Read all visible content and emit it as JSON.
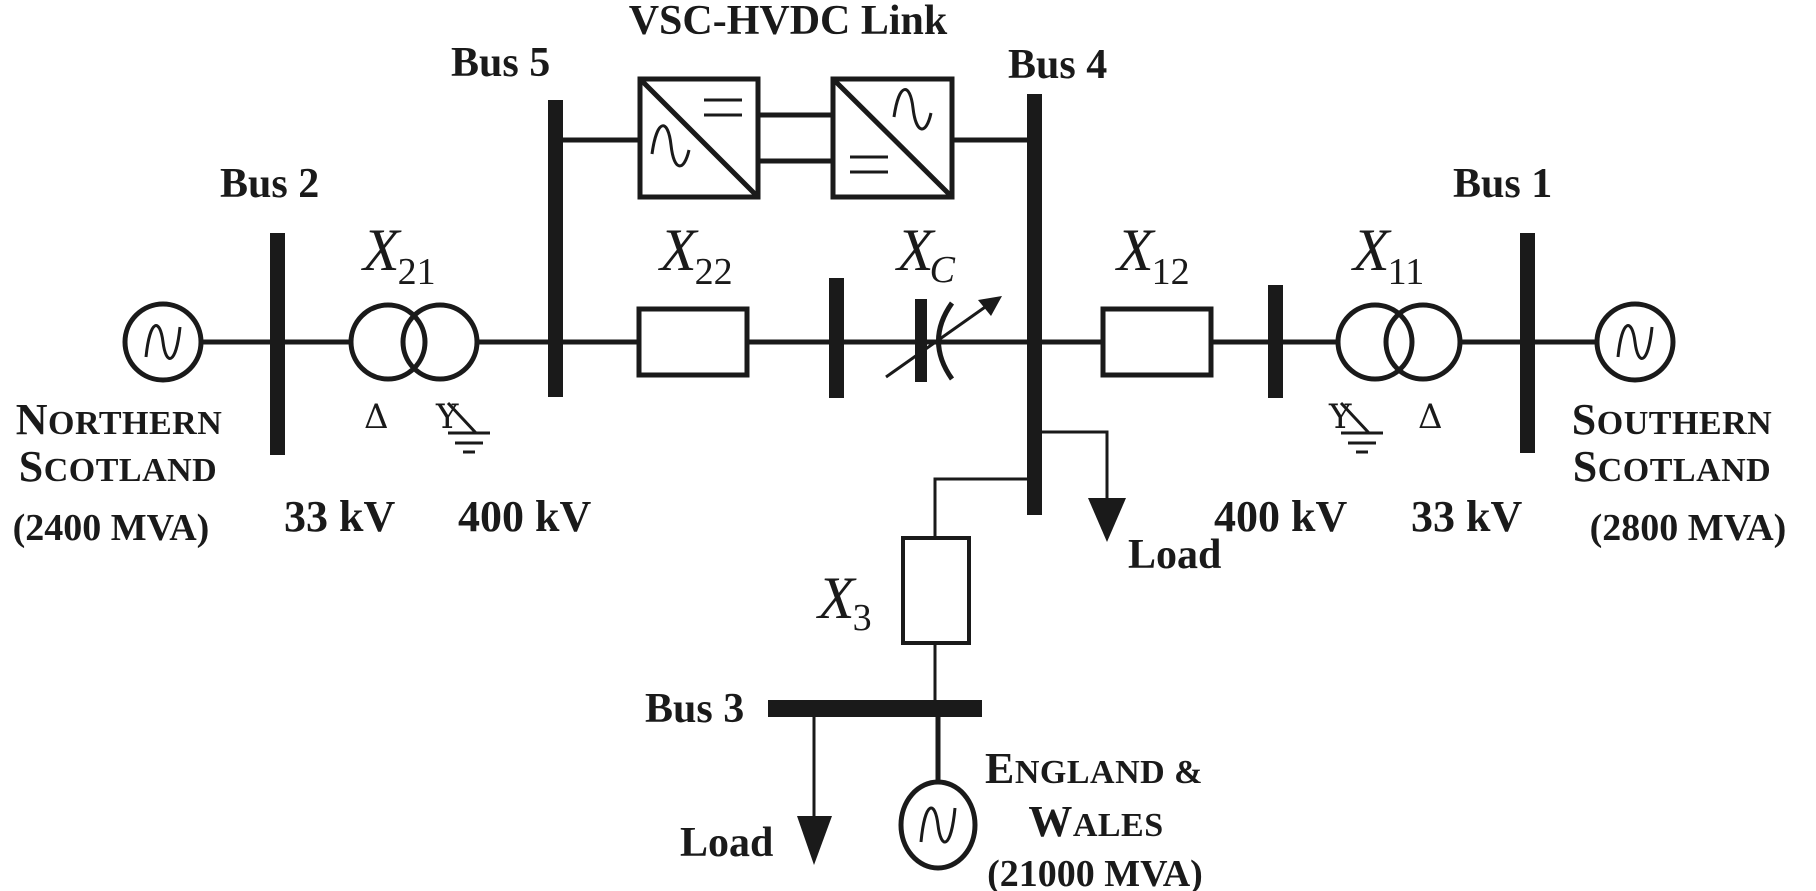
{
  "title": "VSC-HVDC Link",
  "colors": {
    "ink": "#1a1a1a",
    "background": "#ffffff"
  },
  "buses": {
    "bus1": "Bus 1",
    "bus2": "Bus 2",
    "bus3": "Bus 3",
    "bus4": "Bus 4",
    "bus5": "Bus 5"
  },
  "reactances": {
    "x21": {
      "main": "X",
      "sub": "21"
    },
    "x22": {
      "main": "X",
      "sub": "22"
    },
    "xc": {
      "main": "X",
      "sub": "C"
    },
    "x12": {
      "main": "X",
      "sub": "12"
    },
    "x11": {
      "main": "X",
      "sub": "11"
    },
    "x3": {
      "main": "X",
      "sub": "3"
    }
  },
  "windings": {
    "left_primary": "Δ",
    "left_secondary": "Y",
    "right_primary": "Y",
    "right_secondary": "Δ"
  },
  "voltages": {
    "left_low": "33 kV",
    "left_high": "400 kV",
    "right_high": "400 kV",
    "right_low": "33 kV"
  },
  "areas": {
    "north": {
      "line1_cap": "N",
      "line1_rest": "ORTHERN",
      "line2_cap": "S",
      "line2_rest": "COTLAND",
      "rating": "(2400 MVA)"
    },
    "south": {
      "line1_cap": "S",
      "line1_rest": "OUTHERN",
      "line2_cap": "S",
      "line2_rest": "COTLAND",
      "rating": "(2800 MVA)"
    },
    "england": {
      "line1_cap": "E",
      "line1_rest": "NGLAND &",
      "line2_cap": "W",
      "line2_rest": "ALES",
      "rating": "(21000 MVA)"
    }
  },
  "loads": {
    "bus4_load": "Load",
    "bus3_load": "Load"
  },
  "icons": {
    "generator": "ac-generator-icon",
    "transformer": "two-winding-transformer-icon",
    "converter": "ac-dc-converter-icon",
    "capacitor": "variable-capacitor-icon",
    "load": "load-arrow-icon",
    "ground": "ground-icon"
  }
}
